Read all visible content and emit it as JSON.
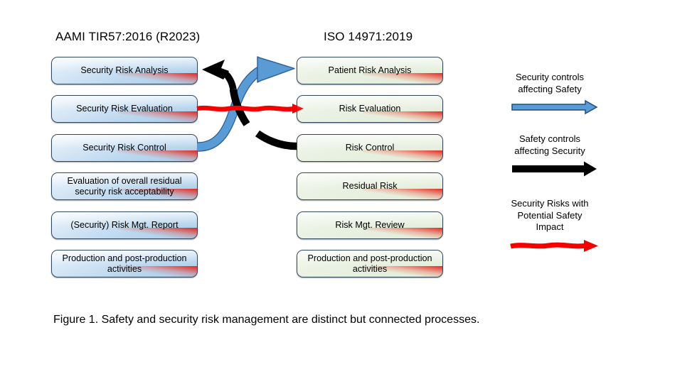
{
  "figure": {
    "caption": "Figure 1. Safety and security risk management are distinct but connected processes."
  },
  "columns": {
    "left": {
      "heading": "AAMI TIR57:2016 (R2023)",
      "accent_color": "#a9cce9",
      "boxes": [
        {
          "label": "Security Risk Analysis"
        },
        {
          "label": "Security Risk Evaluation"
        },
        {
          "label": "Security Risk Control"
        },
        {
          "label": "Evaluation of overall residual security risk acceptability"
        },
        {
          "label": "(Security) Risk Mgt. Report"
        },
        {
          "label": "Production and post-production activities"
        }
      ]
    },
    "right": {
      "heading": "ISO 14971:2019",
      "accent_color": "#e2ecd8",
      "boxes": [
        {
          "label": "Patient Risk Analysis"
        },
        {
          "label": "Risk Evaluation"
        },
        {
          "label": "Risk Control"
        },
        {
          "label": "Residual Risk"
        },
        {
          "label": "Risk Mgt. Review"
        },
        {
          "label": "Production and post-production activities"
        }
      ]
    }
  },
  "connectors": [
    {
      "name": "security-controls-affecting-safety",
      "color": "#4d90cd",
      "from": "Security Risk Control",
      "to": "Patient Risk Analysis"
    },
    {
      "name": "safety-controls-affecting-security",
      "color": "#000000",
      "from": "Risk Control",
      "to": "Security Risk Analysis"
    },
    {
      "name": "security-risks-with-potential-safety-impact",
      "color": "#f50000",
      "from": "Security Risk Evaluation",
      "to": "Risk Evaluation"
    }
  ],
  "legend": [
    {
      "line1": "Security controls",
      "line2": "affecting Safety",
      "line3": "",
      "color": "#4d90cd",
      "style": "outlined-block-arrow"
    },
    {
      "line1": "Safety controls",
      "line2": "affecting Security",
      "line3": "",
      "color": "#000000",
      "style": "block-arrow"
    },
    {
      "line1": "Security Risks with",
      "line2": "Potential Safety",
      "line3": "Impact",
      "color": "#f50000",
      "style": "wavy-arrow"
    }
  ]
}
